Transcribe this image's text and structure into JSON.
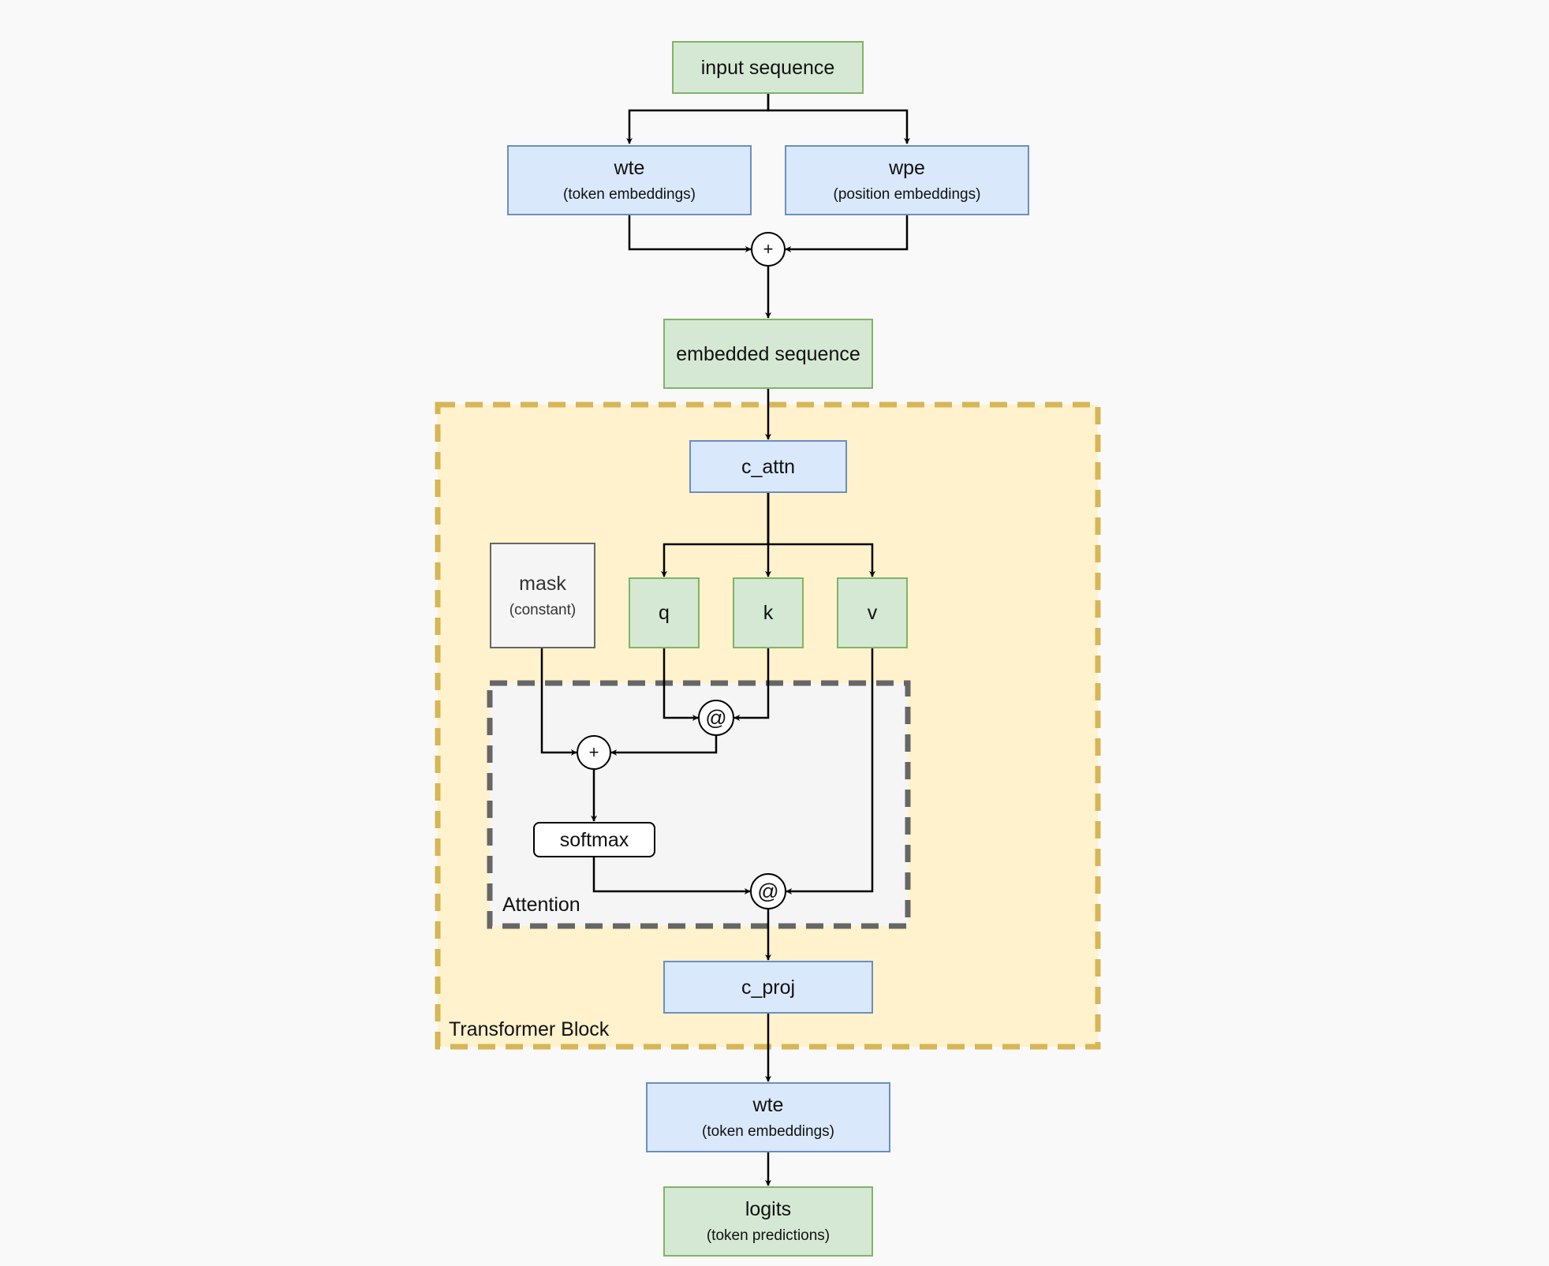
{
  "nodes": {
    "input_sequence": "input sequence",
    "wte_top": {
      "title": "wte",
      "subtitle": "(token embeddings)"
    },
    "wpe": {
      "title": "wpe",
      "subtitle": "(position embeddings)"
    },
    "embed_plus": "+",
    "embedded_sequence": "embedded sequence",
    "c_attn": "c_attn",
    "mask": {
      "title": "mask",
      "subtitle": "(constant)"
    },
    "q": "q",
    "k": "k",
    "v": "v",
    "qk_matmul": "@",
    "mask_plus": "+",
    "softmax": "softmax",
    "av_matmul": "@",
    "c_proj": "c_proj",
    "wte_bottom": {
      "title": "wte",
      "subtitle": "(token embeddings)"
    },
    "logits": {
      "title": "logits",
      "subtitle": "(token predictions)"
    }
  },
  "regions": {
    "transformer_block": "Transformer Block",
    "attention": "Attention"
  },
  "colors": {
    "background": "#f9f9f9",
    "green_fill": "#d5e8d4",
    "green_stroke": "#82b366",
    "blue_fill": "#dae8fc",
    "blue_stroke": "#6c8ebf",
    "grey_fill": "#f5f5f5",
    "grey_stroke": "#666666",
    "transformer_block_fill": "#fff2cc",
    "transformer_block_stroke": "#d6b656",
    "attention_fill": "#f5f5f5",
    "attention_stroke": "#666666"
  }
}
